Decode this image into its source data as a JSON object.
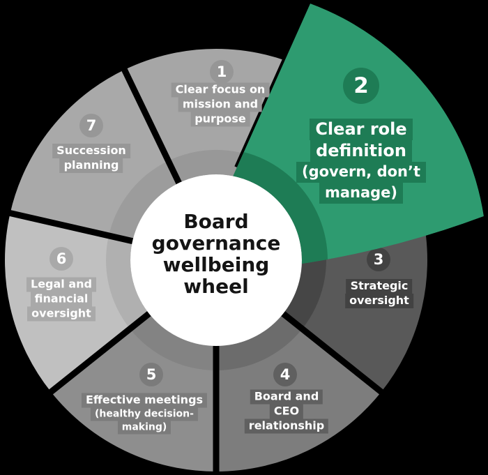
{
  "diagram": {
    "center_title_lines": [
      "Board",
      "governance",
      "wellbeing",
      "wheel"
    ]
  },
  "colors": {
    "background": "#000000",
    "hub_fill": "#ffffff",
    "title_text": "#141414",
    "label_text": "#ffffff",
    "gap": "#000000",
    "highlight": "#2e9b70",
    "highlight_dark": "#1e7c55"
  },
  "segments": [
    {
      "num": "1",
      "label_lines": [
        "Clear focus on",
        "mission and",
        "purpose"
      ],
      "fill": "#a6a6a6",
      "dark": "#969696",
      "band": "#989898",
      "highlighted": false
    },
    {
      "num": "2",
      "label_lines": [
        "Clear role",
        "definition",
        "(govern, don’t",
        "manage)"
      ],
      "fill": "#2e9b70",
      "dark": "#1e7c55",
      "band": "#1e7c55",
      "highlighted": true
    },
    {
      "num": "3",
      "label_lines": [
        "Strategic",
        "oversight"
      ],
      "fill": "#595959",
      "dark": "#424242",
      "band": "#464646",
      "highlighted": false
    },
    {
      "num": "4",
      "label_lines": [
        "Board and",
        "CEO",
        "relationship"
      ],
      "fill": "#7d7d7d",
      "dark": "#606060",
      "band": "#6c6c6c",
      "highlighted": false
    },
    {
      "num": "5",
      "label_lines": [
        "Effective meetings",
        "(healthy decision-",
        "making)"
      ],
      "fill": "#8e8e8e",
      "dark": "#7b7b7b",
      "band": "#838383",
      "highlighted": false
    },
    {
      "num": "6",
      "label_lines": [
        "Legal and",
        "financial",
        "oversight"
      ],
      "fill": "#c0c0c0",
      "dark": "#a9a9a9",
      "band": "#b0b0b0",
      "highlighted": false
    },
    {
      "num": "7",
      "label_lines": [
        "Succession",
        "planning"
      ],
      "fill": "#a9a9a9",
      "dark": "#979797",
      "band": "#9c9c9c",
      "highlighted": false
    }
  ]
}
